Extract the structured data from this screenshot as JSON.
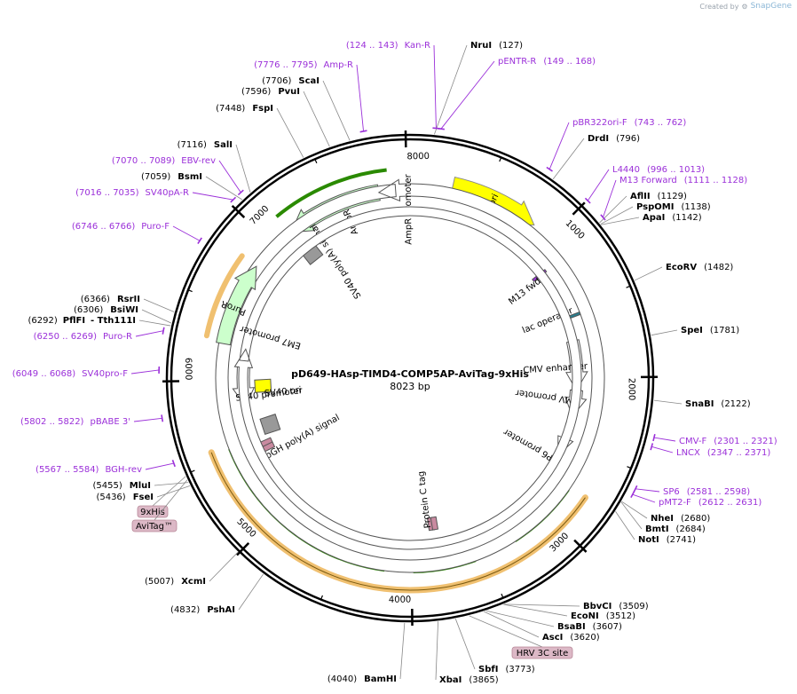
{
  "header": {
    "created_by": "Created by",
    "brand": "SnapGene"
  },
  "plasmid": {
    "name": "pD649-HAsp-TIMD4-COMP5AP-AviTag-9xHis",
    "length_label": "8023 bp",
    "length": 8023
  },
  "colors": {
    "primer": "#9b30d9",
    "ori": "#ffff00",
    "amp": "#ccffcc",
    "misc_feature": "#c98aa0",
    "polyA": "#999999",
    "orf_outline": "#f0c070",
    "orf_arrow": "#2a8a00"
  },
  "ruler_ticks": [
    {
      "label": "1000",
      "bp": 1000
    },
    {
      "label": "2000",
      "bp": 2000
    },
    {
      "label": "3000",
      "bp": 3000
    },
    {
      "label": "4000",
      "bp": 4000
    },
    {
      "label": "5000",
      "bp": 5000
    },
    {
      "label": "6000",
      "bp": 6000
    },
    {
      "label": "7000",
      "bp": 7000
    },
    {
      "label": "8000",
      "bp": 8000
    }
  ],
  "enzymes": [
    {
      "name": "NruI",
      "pos": "(127)",
      "bp": 127
    },
    {
      "name": "DrdI",
      "pos": "(796)",
      "bp": 796
    },
    {
      "name": "AflII",
      "pos": "(1129)",
      "bp": 1129
    },
    {
      "name": "PspOMI",
      "pos": "(1138)",
      "bp": 1138
    },
    {
      "name": "ApaI",
      "pos": "(1142)",
      "bp": 1142
    },
    {
      "name": "EcoRV",
      "pos": "(1482)",
      "bp": 1482
    },
    {
      "name": "SpeI",
      "pos": "(1781)",
      "bp": 1781
    },
    {
      "name": "SnaBI",
      "pos": "(2122)",
      "bp": 2122
    },
    {
      "name": "NheI",
      "pos": "(2680)",
      "bp": 2680
    },
    {
      "name": "BmtI",
      "pos": "(2684)",
      "bp": 2684
    },
    {
      "name": "NotI",
      "pos": "(2741)",
      "bp": 2741
    },
    {
      "name": "BbvCI",
      "pos": "(3509)",
      "bp": 3509
    },
    {
      "name": "EcoNI",
      "pos": "(3512)",
      "bp": 3512
    },
    {
      "name": "BsaBI",
      "pos": "(3607)",
      "bp": 3607
    },
    {
      "name": "AscI",
      "pos": "(3620)",
      "bp": 3620
    },
    {
      "name": "SbfI",
      "pos": "(3773)",
      "bp": 3773
    },
    {
      "name": "XbaI",
      "pos": "(3865)",
      "bp": 3865
    },
    {
      "name": "BamHI",
      "pos": "(4040)",
      "bp": 4040
    },
    {
      "name": "PshAI",
      "pos": "(4832)",
      "bp": 4832
    },
    {
      "name": "XcmI",
      "pos": "(5007)",
      "bp": 5007
    },
    {
      "name": "FseI",
      "pos": "(5436)",
      "bp": 5436
    },
    {
      "name": "MluI",
      "pos": "(5455)",
      "bp": 5455
    },
    {
      "name": "PflFI",
      "name2": "Tth111I",
      "pos": "(6292)",
      "bp": 6292
    },
    {
      "name": "BsiWI",
      "pos": "(6306)",
      "bp": 6306
    },
    {
      "name": "RsrII",
      "pos": "(6366)",
      "bp": 6366
    },
    {
      "name": "BsmI",
      "pos": "(7059)",
      "bp": 7059
    },
    {
      "name": "SalI",
      "pos": "(7116)",
      "bp": 7116
    },
    {
      "name": "FspI",
      "pos": "(7448)",
      "bp": 7448
    },
    {
      "name": "PvuI",
      "pos": "(7596)",
      "bp": 7596
    },
    {
      "name": "ScaI",
      "pos": "(7706)",
      "bp": 7706
    }
  ],
  "primers": [
    {
      "name": "Kan-R",
      "range": "(124 .. 143)",
      "bp": 133
    },
    {
      "name": "pENTR-R",
      "range": "(149 .. 168)",
      "bp": 158
    },
    {
      "name": "pBR322ori-F",
      "range": "(743 .. 762)",
      "bp": 752
    },
    {
      "name": "L4440",
      "range": "(996 .. 1013)",
      "bp": 1004
    },
    {
      "name": "M13 Forward",
      "range": "(1111 .. 1128)",
      "bp": 1119
    },
    {
      "name": "CMV-F",
      "range": "(2301 .. 2321)",
      "bp": 2311
    },
    {
      "name": "LNCX",
      "range": "(2347 .. 2371)",
      "bp": 2359
    },
    {
      "name": "SP6",
      "range": "(2581 .. 2598)",
      "bp": 2589
    },
    {
      "name": "pMT2-F",
      "range": "(2612 .. 2631)",
      "bp": 2621
    },
    {
      "name": "BGH-rev",
      "range": "(5567 .. 5584)",
      "bp": 5575
    },
    {
      "name": "pBABE 3'",
      "range": "(5802 .. 5822)",
      "bp": 5812
    },
    {
      "name": "SV40pro-F",
      "range": "(6049 .. 6068)",
      "bp": 6058
    },
    {
      "name": "Puro-R",
      "range": "(6250 .. 6269)",
      "bp": 6259
    },
    {
      "name": "Puro-F",
      "range": "(6746 .. 6766)",
      "bp": 6756
    },
    {
      "name": "SV40pA-R",
      "range": "(7016 .. 7035)",
      "bp": 7025
    },
    {
      "name": "EBV-rev",
      "range": "(7070 .. 7089)",
      "bp": 7079
    },
    {
      "name": "Amp-R",
      "range": "(7776 .. 7795)",
      "bp": 7785
    }
  ],
  "tags": [
    {
      "name": "HRV 3C site"
    },
    {
      "name": "9xHis"
    },
    {
      "name": "AviTag™"
    }
  ],
  "features": [
    {
      "name": "ori",
      "type": "rep_origin"
    },
    {
      "name": "AmpR",
      "type": "CDS"
    },
    {
      "name": "AmpR promoter",
      "type": "promoter"
    },
    {
      "name": "SV40 poly(A) signal",
      "type": "polyA"
    },
    {
      "name": "M13 fwd",
      "type": "primer_bind"
    },
    {
      "name": "lac operator",
      "type": "protein_bind"
    },
    {
      "name": "CMV enhancer",
      "type": "enhancer"
    },
    {
      "name": "CMV promoter",
      "type": "promoter"
    },
    {
      "name": "SP6 promoter",
      "type": "promoter"
    },
    {
      "name": "Protein C tag",
      "type": "misc_feature"
    },
    {
      "name": "bGH poly(A) signal",
      "type": "polyA"
    },
    {
      "name": "SV40 promoter",
      "type": "promoter"
    },
    {
      "name": "SV40 ori",
      "type": "rep_origin"
    },
    {
      "name": "EM7 promoter",
      "type": "promoter"
    },
    {
      "name": "PuroR",
      "type": "CDS"
    }
  ]
}
